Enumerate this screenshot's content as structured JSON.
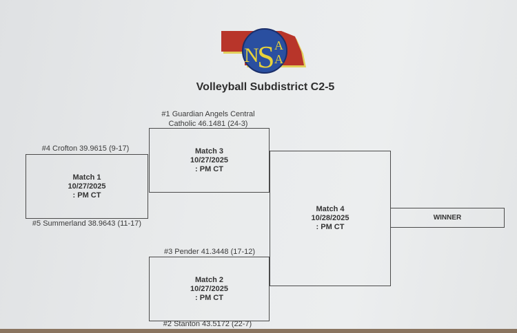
{
  "header": {
    "logo_text": "NSAA",
    "title": "Volleyball Subdistrict C2-5"
  },
  "matches": [
    {
      "name": "Match 1",
      "date": "10/27/2025",
      "time": ": PM CT",
      "top_team": "#4 Crofton 39.9615 (9-17)",
      "bottom_team": "#5 Summerland 38.9643 (11-17)"
    },
    {
      "name": "Match 2",
      "date": "10/27/2025",
      "time": ": PM CT",
      "top_team": "#3 Pender 41.3448 (17-12)",
      "bottom_team": "#2 Stanton 43.5172 (22-7)"
    },
    {
      "name": "Match 3",
      "date": "10/27/2025",
      "time": ": PM CT",
      "top_team_line1": "#1 Guardian Angels Central",
      "top_team_line2": "Catholic 46.1481 (24-3)"
    },
    {
      "name": "Match 4",
      "date": "10/28/2025",
      "time": ": PM CT"
    }
  ],
  "winner": {
    "label": "WINNER"
  },
  "colors": {
    "paper": "#e9ebec",
    "logo_red": "#b8352a",
    "logo_blue": "#2a4fa0",
    "logo_gold": "#e8d23a"
  }
}
